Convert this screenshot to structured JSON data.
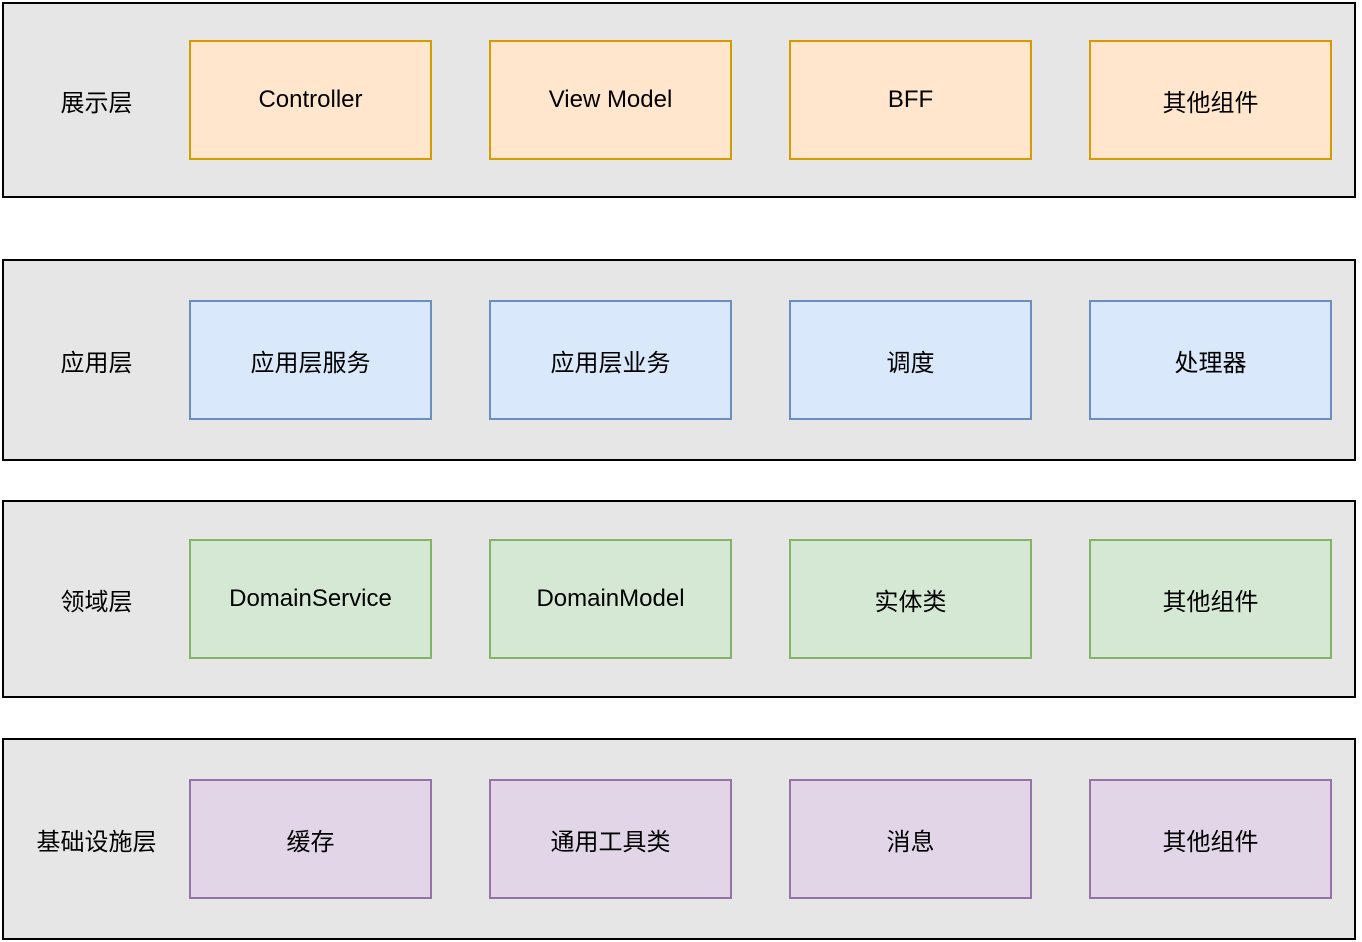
{
  "diagram": {
    "type": "layered-architecture-diagram",
    "band_fill_color": "#e6e6e6",
    "band_border_color": "#000000",
    "layers": [
      {
        "label": "展示层",
        "fill_color": "#ffe6cc",
        "stroke_color": "#d79b00",
        "boxes": [
          "Controller",
          "View Model",
          "BFF",
          "其他组件"
        ]
      },
      {
        "label": "应用层",
        "fill_color": "#dae8fc",
        "stroke_color": "#6c8ebf",
        "boxes": [
          "应用层服务",
          "应用层业务",
          "调度",
          "处理器"
        ]
      },
      {
        "label": "领域层",
        "fill_color": "#d5e8d4",
        "stroke_color": "#82b366",
        "boxes": [
          "DomainService",
          "DomainModel",
          "实体类",
          "其他组件"
        ]
      },
      {
        "label": "基础设施层",
        "fill_color": "#e1d5e7",
        "stroke_color": "#9673a6",
        "boxes": [
          "缓存",
          "通用工具类",
          "消息",
          "其他组件"
        ]
      }
    ]
  }
}
